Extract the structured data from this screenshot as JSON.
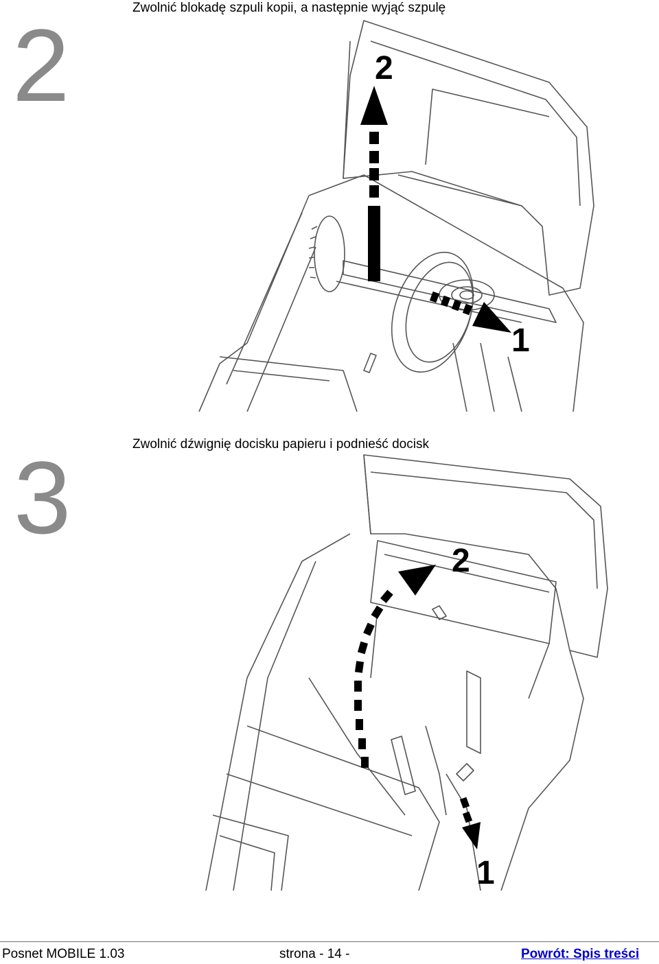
{
  "steps": [
    {
      "number": "2",
      "title": "Zwolnić blokadę szpuli kopii, a następnie wyjąć szpulę",
      "arrow_labels": [
        "2",
        "1"
      ]
    },
    {
      "number": "3",
      "title": "Zwolnić dźwignię docisku papieru i podnieść docisk",
      "arrow_labels": [
        "2",
        "1"
      ]
    }
  ],
  "footer": {
    "product": "Posnet MOBILE 1.03",
    "page": "strona  - 14 -",
    "link": "Powrót: Spis treści"
  }
}
